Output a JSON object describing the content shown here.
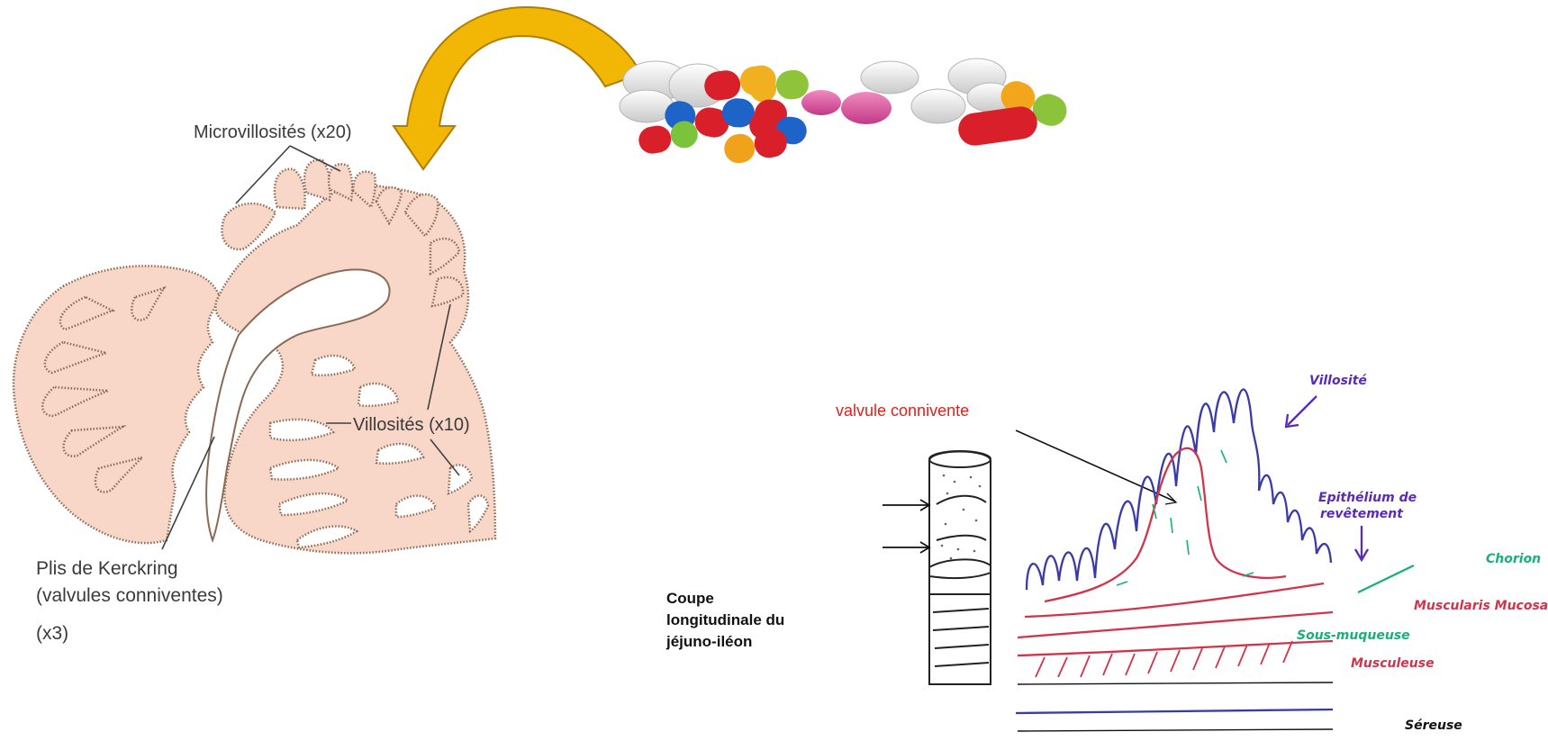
{
  "left_diagram": {
    "microvillosites": "Microvillosités (x20)",
    "villosites": "Villosités (x10)",
    "plis_line1": "Plis de Kerckring",
    "plis_line2": "(valvules conniventes)",
    "plis_line3": "(x3)"
  },
  "right_diagram": {
    "valvule": "valvule connivente",
    "coupe_line1": "Coupe",
    "coupe_line2": "longitudinale du",
    "coupe_line3": "jéjuno-iléon",
    "villosite": "Villosité",
    "epithelium_line1": "Epithélium de",
    "epithelium_line2": "revêtement",
    "chorion": "Chorion",
    "muscularis": "Muscularis Mucosae",
    "sous_muqueuse": "Sous-muqueuse",
    "musculeuse": "Musculeuse",
    "sereuse": "Séreuse"
  },
  "colors": {
    "tissue_fill": "#f9d7c8",
    "tissue_edge": "#8a6a55",
    "arrow": "#f2b705",
    "red_label": "#e0201b",
    "blue_label": "#5a2ab8",
    "green_label": "#17b07a",
    "villus_blue": "#3a3aa8",
    "layer_red": "#d2344a"
  },
  "pills": [
    {
      "type": "tablet",
      "color": "#e8e8e8"
    },
    {
      "type": "capsule",
      "left": "#d81f2a",
      "right": "#8fc43a"
    },
    {
      "type": "capsule",
      "left": "#1e63c8",
      "right": "#d81f2a"
    },
    {
      "type": "capsule",
      "left": "#d81f2a",
      "right": "#7cc33c"
    },
    {
      "type": "capsule",
      "left": "#f0a21a",
      "right": "#d81f2a"
    },
    {
      "type": "tablet",
      "color": "#d94a9a"
    },
    {
      "type": "capsule",
      "left": "#f3a51c",
      "right": "#8bc43a"
    },
    {
      "type": "capsule",
      "left": "#d81f2a",
      "right": "#d81f2a"
    }
  ]
}
